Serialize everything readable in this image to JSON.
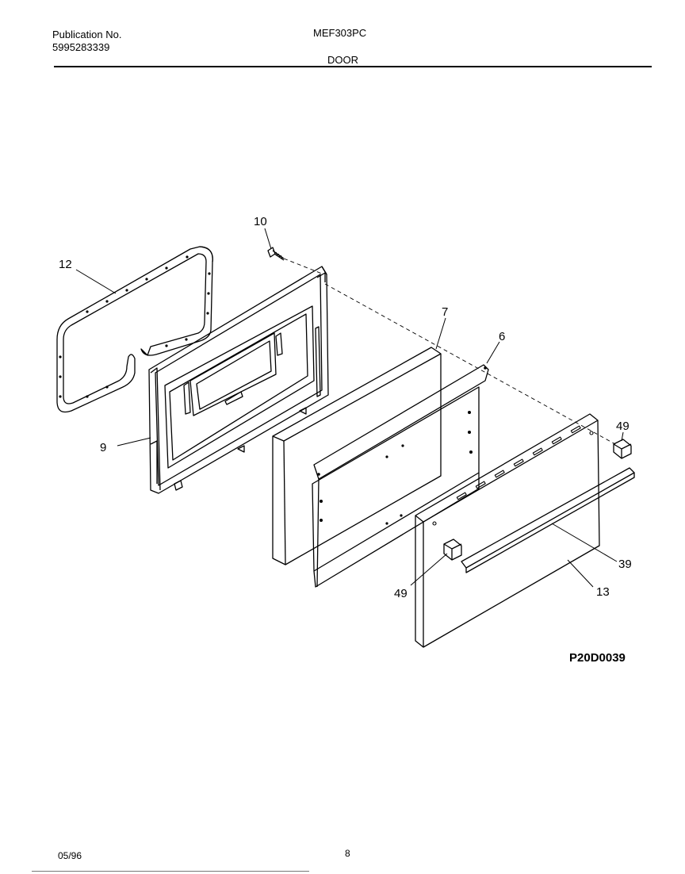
{
  "header": {
    "publication_label": "Publication No.",
    "publication_number": "5995283339",
    "model": "MEF303PC",
    "section": "DOOR"
  },
  "diagram": {
    "code": "P20D0039",
    "callouts": {
      "p12": "12",
      "p10": "10",
      "p9": "9",
      "p7": "7",
      "p6": "6",
      "p49_top": "49",
      "p39": "39",
      "p13": "13",
      "p49_bottom": "49"
    }
  },
  "footer": {
    "date": "05/96",
    "page": "8"
  }
}
